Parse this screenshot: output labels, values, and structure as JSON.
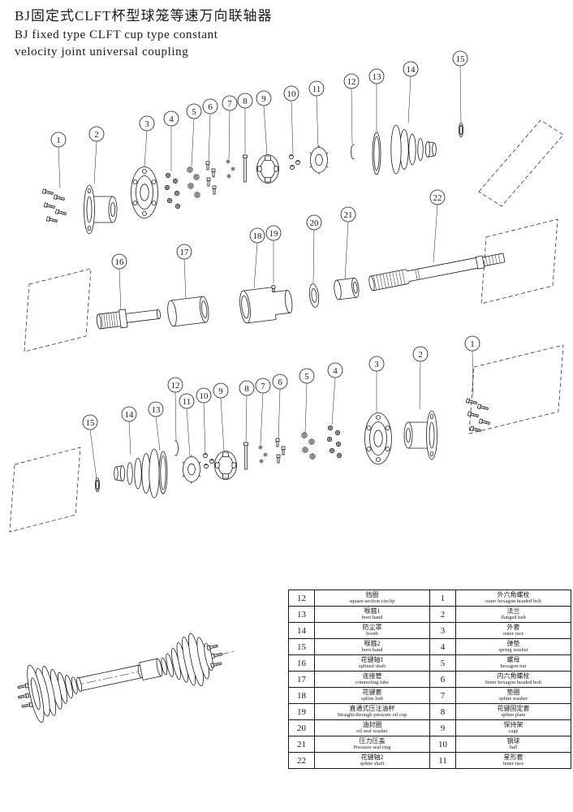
{
  "title": {
    "line1": "BJ固定式CLFT杯型球笼等速万向联轴器",
    "line2": "BJ fixed type CLFT cup type constant",
    "line3": "velocity joint universal coupling"
  },
  "colors": {
    "ink": "#1a1a1a",
    "background": "#ffffff"
  },
  "callouts": {
    "top": [
      "1",
      "2",
      "3",
      "4",
      "5",
      "6",
      "7",
      "8",
      "9",
      "10",
      "11",
      "12",
      "13",
      "14",
      "15"
    ],
    "middle": [
      "16",
      "17",
      "18",
      "19",
      "20",
      "21",
      "22"
    ],
    "bottom": [
      "15",
      "14",
      "13",
      "12",
      "11",
      "10",
      "9",
      "8",
      "7",
      "6",
      "5",
      "4",
      "3",
      "2",
      "1"
    ]
  },
  "table": {
    "rows": [
      {
        "lno": "12",
        "lcn": "挡圈",
        "len": "square-section circlip",
        "rno": "1",
        "rcn": "外六角螺栓",
        "ren": "outer hexagon headed bolt"
      },
      {
        "lno": "13",
        "lcn": "喉箍1",
        "len": "boot band",
        "rno": "2",
        "rcn": "法兰",
        "ren": "flanged hub"
      },
      {
        "lno": "14",
        "lcn": "防尘罩",
        "len": "booth",
        "rno": "3",
        "rcn": "外套",
        "ren": "outer race"
      },
      {
        "lno": "15",
        "lcn": "喉箍2",
        "len": "boot band",
        "rno": "4",
        "rcn": "弹垫",
        "ren": "spring washer"
      },
      {
        "lno": "16",
        "lcn": "花键轴1",
        "len": "splined shaft",
        "rno": "5",
        "rcn": "螺母",
        "ren": "hexagon nut"
      },
      {
        "lno": "17",
        "lcn": "连接管",
        "len": "connecting tube",
        "rno": "6",
        "rcn": "内六角螺栓",
        "ren": "Inner hexagon headed bolt"
      },
      {
        "lno": "18",
        "lcn": "花键套",
        "len": "spline hub",
        "rno": "7",
        "rcn": "垫圈",
        "ren": "spline washer"
      },
      {
        "lno": "19",
        "lcn": "直通式压注油杯",
        "len": "Straight-through pressure oil cup",
        "rno": "8",
        "rcn": "花键固定套",
        "ren": "spline plate"
      },
      {
        "lno": "20",
        "lcn": "油封圈",
        "len": "oil seal washer",
        "rno": "9",
        "rcn": "保持架",
        "ren": "cage"
      },
      {
        "lno": "21",
        "lcn": "压力压盖",
        "len": "Pressure seal ring",
        "rno": "10",
        "rcn": "钢球",
        "ren": "ball"
      },
      {
        "lno": "22",
        "lcn": "花键轴2",
        "len": "spline shaft",
        "rno": "11",
        "rcn": "星形套",
        "ren": "inner race"
      }
    ]
  }
}
